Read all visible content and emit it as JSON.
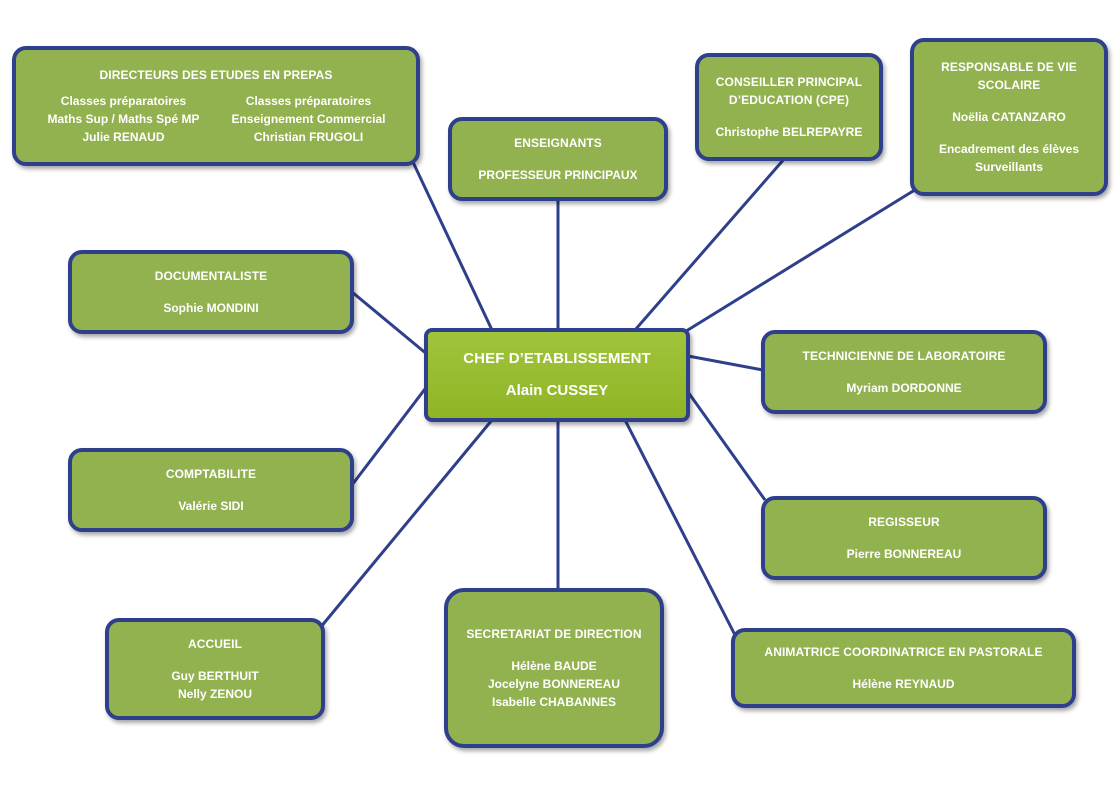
{
  "center": {
    "title": "CHEF D’ETABLISSEMENT",
    "name": "Alain CUSSEY"
  },
  "directeurs": {
    "title": "DIRECTEURS DES ETUDES EN PREPAS",
    "left": [
      "Classes préparatoires",
      "Maths Sup / Maths Spé MP",
      "Julie RENAUD"
    ],
    "right": [
      "Classes préparatoires",
      "Enseignement Commercial",
      "Christian FRUGOLI"
    ]
  },
  "enseignants": {
    "title": "ENSEIGNANTS",
    "sub": "PROFESSEUR PRINCIPAUX"
  },
  "cpe": {
    "title_1": "CONSEILLER PRINCIPAL",
    "title_2": "D’EDUCATION (CPE)",
    "name": "Christophe BELREPAYRE"
  },
  "vie_scolaire": {
    "title_1": "RESPONSABLE DE VIE",
    "title_2": "SCOLAIRE",
    "name": "Noëlia CATANZARO",
    "sub_1": "Encadrement des élèves",
    "sub_2": "Surveillants"
  },
  "documentaliste": {
    "title": "DOCUMENTALISTE",
    "name": "Sophie MONDINI"
  },
  "technicienne": {
    "title": "TECHNICIENNE DE LABORATOIRE",
    "name": "Myriam DORDONNE"
  },
  "comptabilite": {
    "title": "COMPTABILITE",
    "name": "Valérie SIDI"
  },
  "regisseur": {
    "title": "REGISSEUR",
    "name": "Pierre BONNEREAU"
  },
  "accueil": {
    "title": "ACCUEIL",
    "names": [
      "Guy BERTHUIT",
      "Nelly ZENOU"
    ]
  },
  "secretariat": {
    "title": "SECRETARIAT DE DIRECTION",
    "names": [
      "Hélène BAUDE",
      "Jocelyne BONNEREAU",
      "Isabelle CHABANNES"
    ]
  },
  "pastorale": {
    "title": "ANIMATRICE COORDINATRICE EN PASTORALE",
    "name": "Hélène REYNAUD"
  },
  "colors": {
    "box_fill": "#92b14f",
    "border": "#2e3f8b",
    "center_fill": "#9bbf33",
    "line": "#2e3f8b"
  }
}
